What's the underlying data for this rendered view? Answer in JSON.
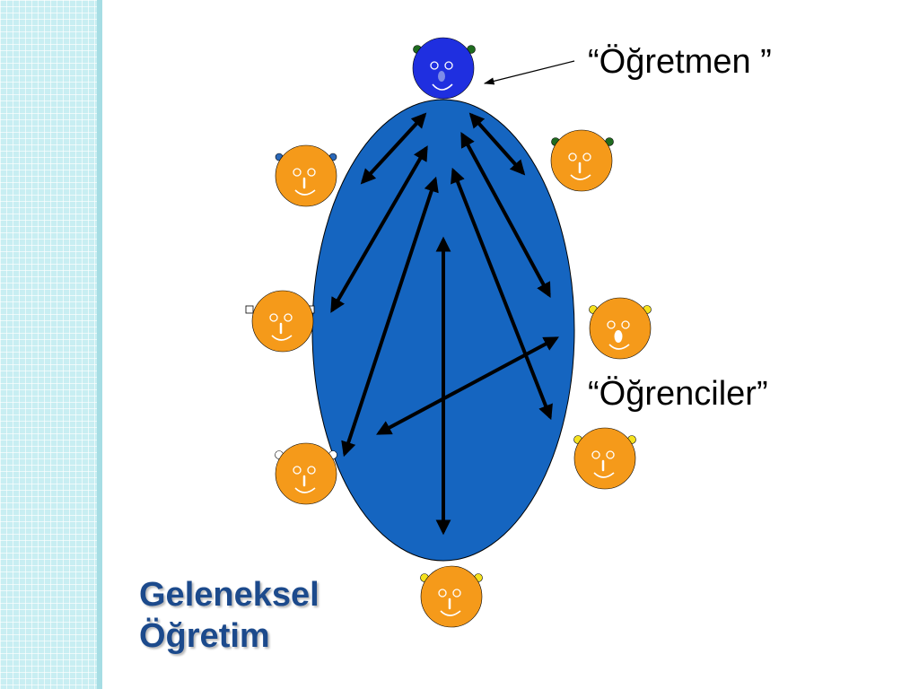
{
  "labels": {
    "teacher": "“Öğretmen ”",
    "students": "“Öğrenciler”"
  },
  "title": {
    "line1": "Geleneksel",
    "line2": "Öğretim"
  },
  "colors": {
    "background_band": "#c8eef2",
    "ellipse_fill": "#1565c0",
    "teacher_face": "#1f2fe0",
    "student_face": "#f59a1a",
    "title_text": "#1c4a8c",
    "arrow": "#000000"
  }
}
